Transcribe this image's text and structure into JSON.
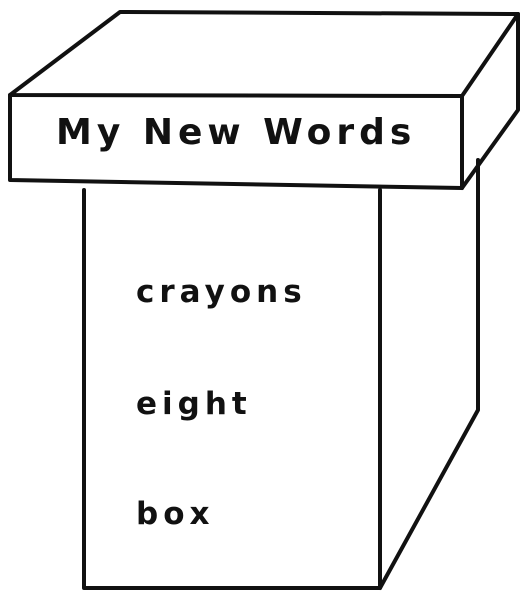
{
  "lid": {
    "title": "My New Words"
  },
  "words": [
    "crayons",
    "eight",
    "box"
  ],
  "colors": {
    "ink": "#111111",
    "paper": "#ffffff"
  }
}
